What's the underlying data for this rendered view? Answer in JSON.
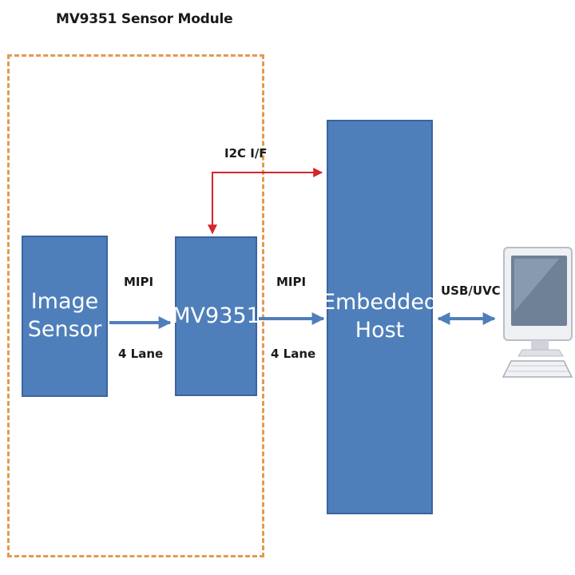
{
  "module": {
    "title": "MV9351 Sensor Module"
  },
  "blocks": {
    "image_sensor": {
      "line1": "Image",
      "line2": "Sensor"
    },
    "mv9351": {
      "label": "MV9351"
    },
    "host": {
      "line1": "Embedded",
      "line2": "Host"
    }
  },
  "links": {
    "sensor_to_mv": {
      "top": "MIPI",
      "bottom": "4 Lane"
    },
    "mv_to_host": {
      "top": "MIPI",
      "bottom": "4 Lane"
    },
    "i2c": {
      "label": "I2C I/F"
    },
    "usb": {
      "label": "USB/UVC"
    }
  },
  "colors": {
    "block_fill": "#4f7fba",
    "block_border": "#3a63a0",
    "data_arrow": "#4f7fba",
    "control_arrow": "#d6252b",
    "module_border": "#e39a4e"
  },
  "icons": {
    "pc": "desktop-computer-icon"
  }
}
